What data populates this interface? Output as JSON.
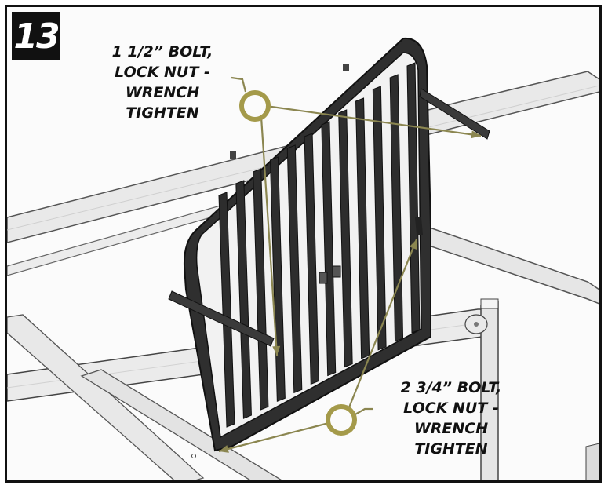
{
  "step": {
    "number": "13"
  },
  "callouts": {
    "top": {
      "lines": [
        "1 1/2” BOLT,",
        "LOCK NUT -",
        "WRENCH",
        "TIGHTEN"
      ]
    },
    "bottom": {
      "lines": [
        "2 3/4” BOLT,",
        "LOCK NUT -",
        "WRENCH",
        "TIGHTEN"
      ]
    }
  },
  "colors": {
    "leader": "#8b8650",
    "ring": "#a49a4a",
    "frame": "#111111",
    "panel": "#2b2b2b",
    "tube": "#e9e9e9"
  }
}
